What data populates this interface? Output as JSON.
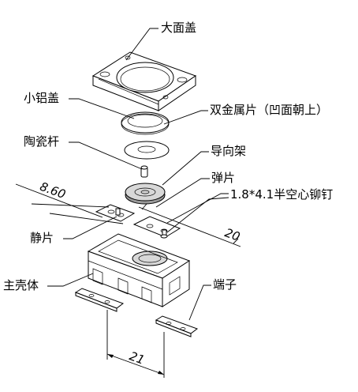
{
  "labels": {
    "big_cover": "大面盖",
    "small_al_cover": "小铝盖",
    "bimetal": "双金属片（凹面朝上）",
    "ceramic_rod": "陶瓷杆",
    "guide_frame": "导向架",
    "spring": "弹片",
    "rivet": "1.8*4.1半空心铆钉",
    "static_plate": "静片",
    "main_body": "主壳体",
    "terminal": "端子"
  },
  "dimensions": {
    "d1": "8.60",
    "d2": "20",
    "d3": "21"
  }
}
